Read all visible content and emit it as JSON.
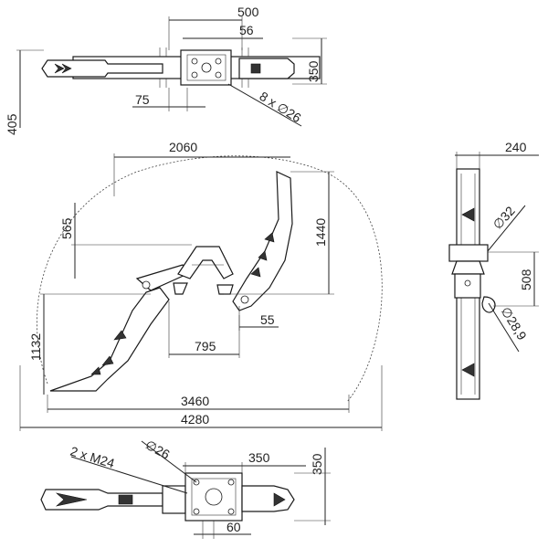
{
  "top_view": {
    "width_500": "500",
    "center_56": "56",
    "height_350": "350",
    "offset_75": "75",
    "holes": "8 x ∅26",
    "overall_405": "405"
  },
  "front_view": {
    "span_2060": "2060",
    "drop_565": "565",
    "height_1440": "1440",
    "gap_55": "55",
    "width_795": "795",
    "height_1132": "1132",
    "width_3460": "3460",
    "width_4280": "4280"
  },
  "side_view": {
    "width_240": "240",
    "dia_32": "∅32",
    "height_508": "508",
    "dia_28_9": "∅28,9"
  },
  "bottom_view": {
    "bolts": "2 x M24",
    "dia_26": "∅26",
    "width_350": "350",
    "height_350": "350",
    "offset_60": "60"
  }
}
